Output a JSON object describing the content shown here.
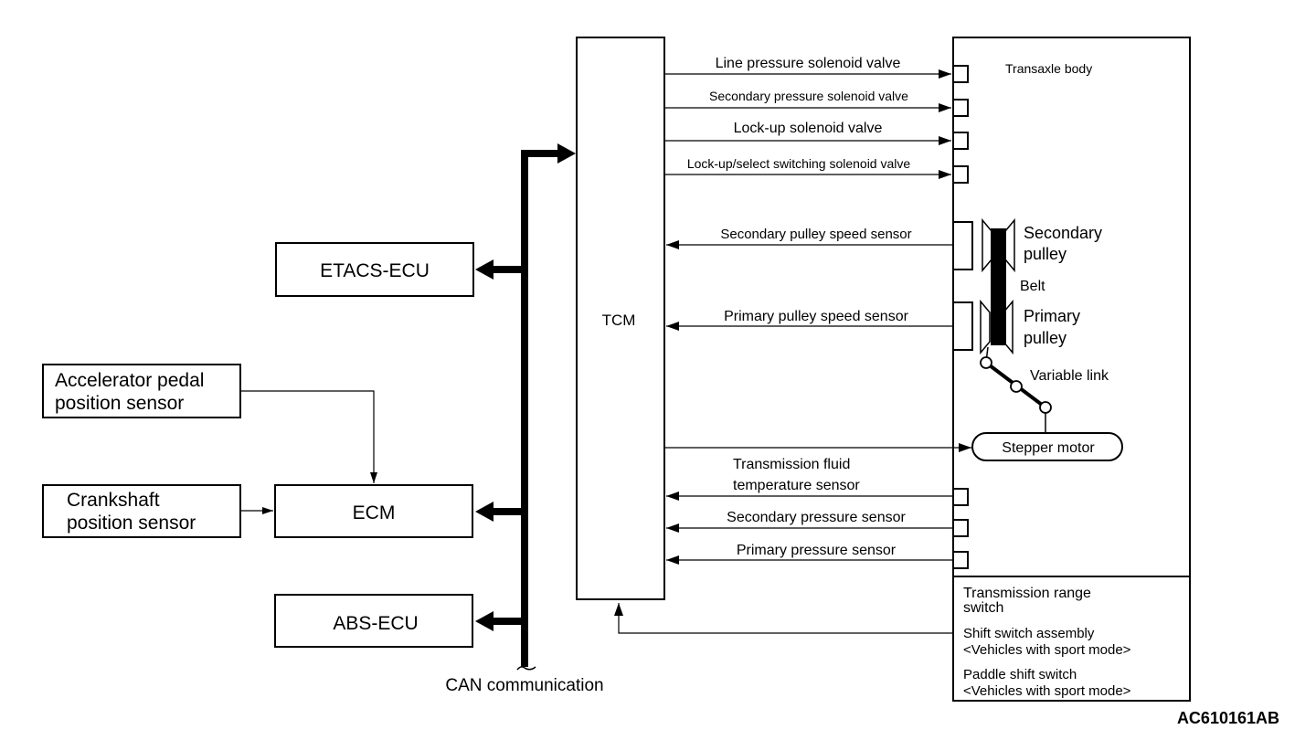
{
  "diagram": {
    "figure_id": "AC610161AB",
    "tcm": {
      "label": "TCM"
    },
    "can_bus": {
      "label": "CAN communication"
    },
    "ecus": {
      "etacs": "ETACS-ECU",
      "ecm": "ECM",
      "abs": "ABS-ECU"
    },
    "sensors_left": {
      "accelerator_line1": "Accelerator pedal",
      "accelerator_line2": "position sensor",
      "crankshaft_line1": "Crankshaft",
      "crankshaft_line2": "position sensor"
    },
    "outputs": [
      {
        "label": "Line pressure solenoid valve"
      },
      {
        "label": "Secondary pressure solenoid valve"
      },
      {
        "label": "Lock-up solenoid valve"
      },
      {
        "label": "Lock-up/select switching solenoid valve"
      }
    ],
    "inputs": {
      "secondary_pulley_speed": "Secondary pulley speed sensor",
      "primary_pulley_speed": "Primary pulley speed sensor",
      "fluid_temp_line1": "Transmission fluid",
      "fluid_temp_line2": "temperature sensor",
      "secondary_pressure": "Secondary pressure sensor",
      "primary_pressure": "Primary pressure sensor"
    },
    "transaxle": {
      "label": "Transaxle body",
      "secondary_pulley_line1": "Secondary",
      "secondary_pulley_line2": "pulley",
      "belt": "Belt",
      "primary_pulley_line1": "Primary",
      "primary_pulley_line2": "pulley",
      "variable_link": "Variable link",
      "stepper_motor": "Stepper motor"
    },
    "switches": {
      "range_line1": "Transmission range",
      "range_line2": "switch",
      "shift_line1": "Shift switch assembly",
      "shift_line2": "<Vehicles with sport mode>",
      "paddle_line1": "Paddle shift switch",
      "paddle_line2": "<Vehicles with sport mode>"
    }
  }
}
